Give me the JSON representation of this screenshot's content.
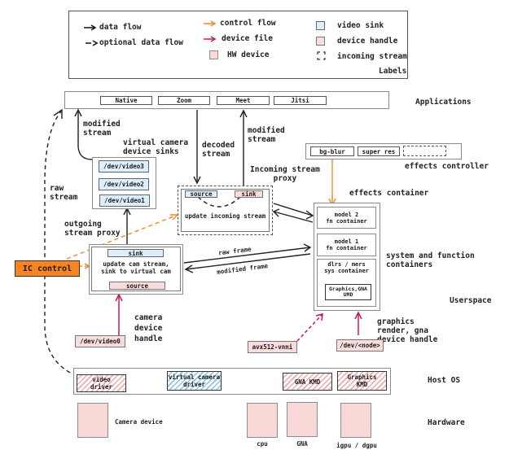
{
  "legend": {
    "items": [
      {
        "label": "data flow",
        "icon": "solid-arrow-icon"
      },
      {
        "label": "optional data flow",
        "icon": "dashed-arrow-icon"
      },
      {
        "label": "control flow",
        "icon": "orange-arrow-icon",
        "color": "#f08a24"
      },
      {
        "label": "device file",
        "icon": "crimson-arrow-icon",
        "color": "#c2185b"
      },
      {
        "label": "HW device",
        "icon": "hw-device-swatch"
      },
      {
        "label": "video sink",
        "icon": "video-sink-swatch",
        "color": "#cfe6f8"
      },
      {
        "label": "device handle",
        "icon": "device-handle-swatch",
        "color": "#f4cfcf"
      },
      {
        "label": "incoming stream",
        "icon": "dashed-bracket-icon"
      }
    ],
    "title": "Labels"
  },
  "layers": {
    "applications": "Applications",
    "userspace": "Userspace",
    "host_os": "Host OS",
    "hardware": "Hardware"
  },
  "applications": [
    "Native",
    "Zoom",
    "Meet",
    "Jitsi"
  ],
  "virtual_sinks": {
    "title": "virtual camera\ndevice sinks",
    "devices": [
      "/dev/video3",
      "/dev/video2",
      "/dev/video1"
    ]
  },
  "outgoing_proxy": {
    "title": "outgoing\nstream proxy",
    "sink": "sink",
    "body": "update cam stream,\nsink to virtual cam",
    "source": "source"
  },
  "incoming_proxy": {
    "title": "Incoming stream\nproxy",
    "source": "source",
    "sink": "sink",
    "body": "update incoming stream"
  },
  "effects_controller": {
    "title": "effects controller",
    "items": [
      "bg-blur",
      "super res",
      ""
    ]
  },
  "effects_container": {
    "title": "effects container",
    "model2": "model 2\nfn container",
    "model1": "model 1\nfn container",
    "sys": "dlrs / mers\nsys container",
    "umd": "Graphics,GNA\nUMD",
    "caption": "system and function\ncontainers"
  },
  "ic_control": {
    "label": "IC control",
    "color": "#f7841e"
  },
  "edge_labels": {
    "modified_stream_left": "modified\nstream",
    "decoded_stream": "decoded\nstream",
    "modified_stream_right": "modified\nstream",
    "raw_stream": "raw\nstream",
    "raw_frame": "raw frame",
    "modified_frame": "modified frame",
    "camera_handle": "camera\ndevice\nhandle",
    "graphics_handle": "graphics\nrender, gna\ndevice handle"
  },
  "device_handles": {
    "video0": "/dev/video0",
    "avx": "avx512-vnni",
    "node": "/dev/<node>"
  },
  "host_os": [
    "video\ndriver",
    "virtual camera\ndriver",
    "GNA KMD",
    "Graphics\nKMD"
  ],
  "hardware": {
    "camera": "Camera device",
    "cpu": "cpu",
    "gna": "GNA",
    "gpu": "igpu / dgpu"
  }
}
